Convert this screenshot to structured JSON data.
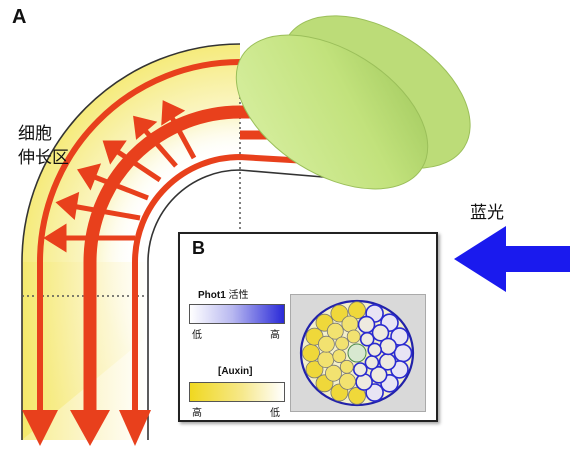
{
  "panel_a": {
    "label": "A",
    "zone_label_line1": "细胞",
    "zone_label_line2": "伸长区",
    "light_label": "蓝光"
  },
  "panel_b": {
    "label": "B",
    "phot_key_bold": "Phot1",
    "phot_key_rest": " 活性",
    "phot_low": "低",
    "phot_high": "高",
    "auxin_key": "[Auxin]",
    "auxin_high": "高",
    "auxin_low": "低"
  },
  "colors": {
    "auxin_arrow": "#e8401c",
    "blue_light": "#1a1aee",
    "cotyledon": "#c8e68a",
    "stem_glow": "#f7ef9a",
    "phot_high": "#2a2ad8",
    "auxin_high": "#f0d820"
  },
  "icons": {
    "blue_light_arrow": "left-arrow",
    "auxin_flow_arrows": "down-arrow"
  }
}
